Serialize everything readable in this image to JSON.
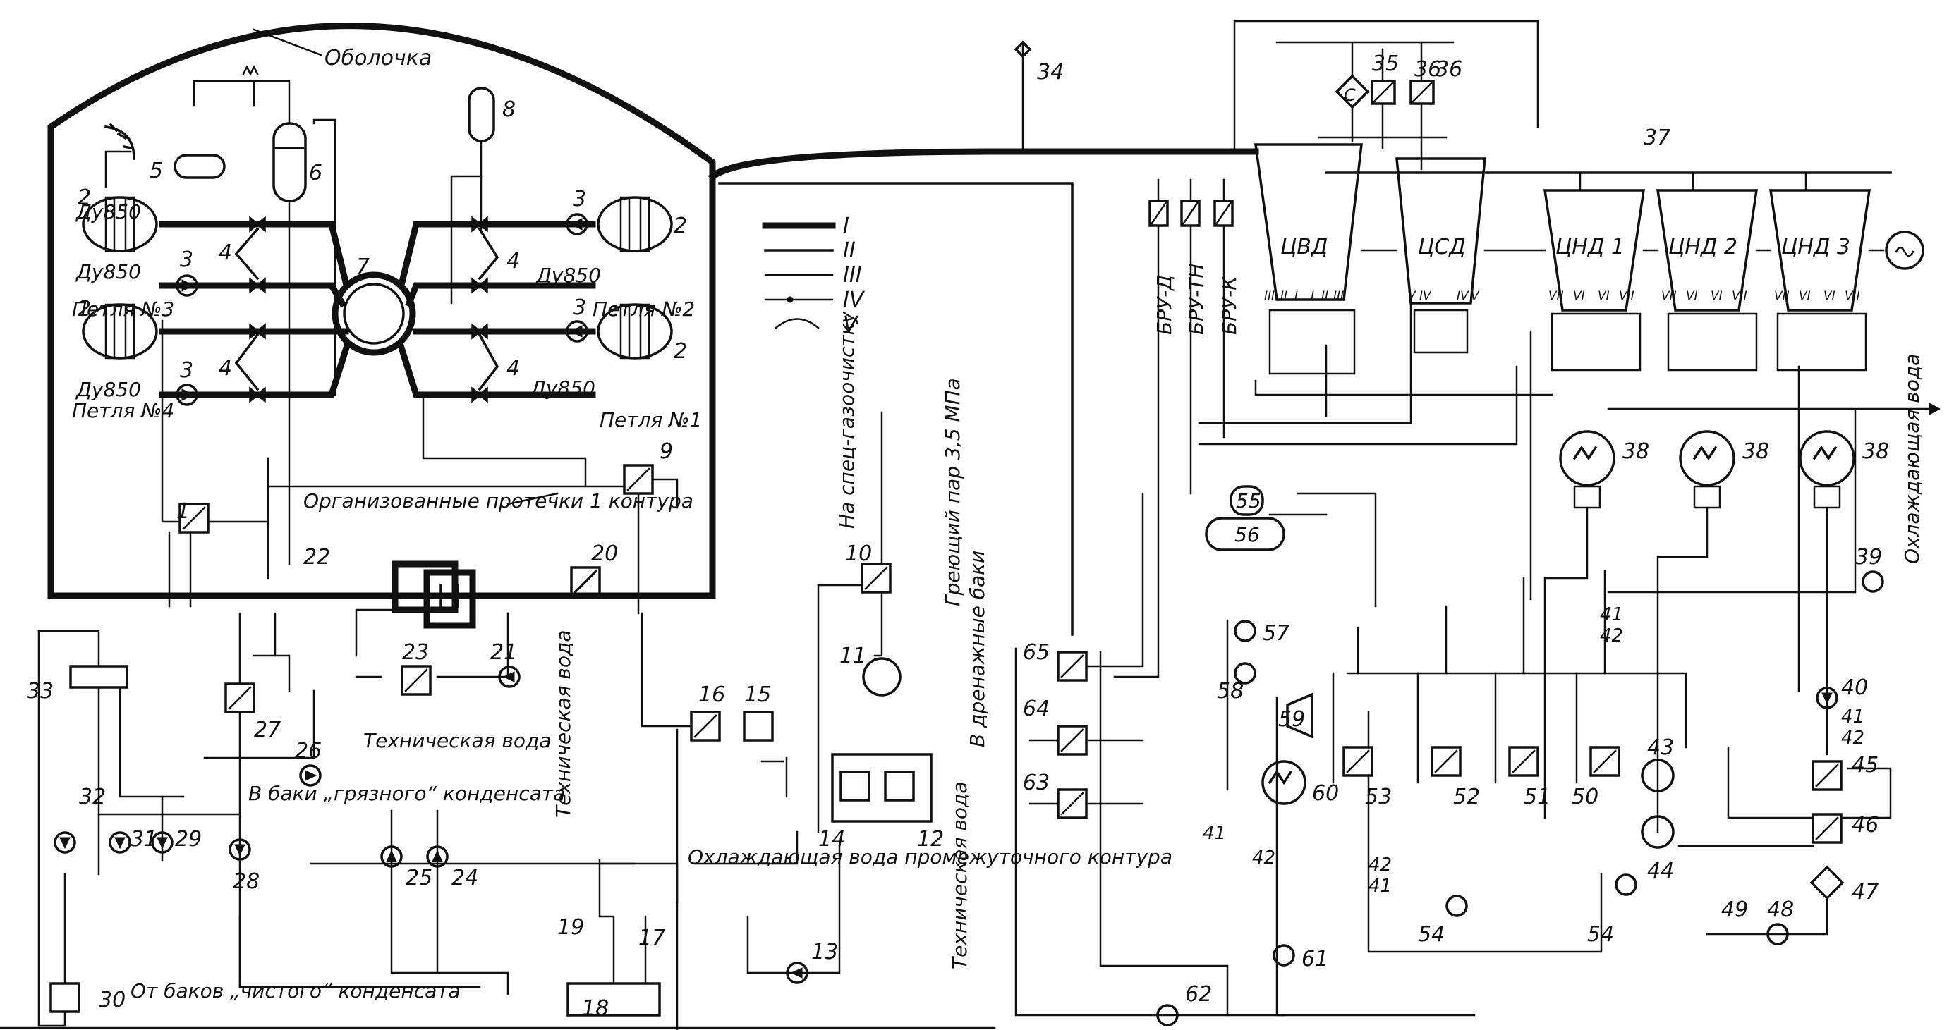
{
  "containment": {
    "label": "Оболочка"
  },
  "legend": {
    "items": [
      "I",
      "II",
      "III",
      "IV",
      "V"
    ]
  },
  "loops": [
    "Петля №3",
    "Петля №4",
    "Петля №2",
    "Петля №1"
  ],
  "pipe_size": "Ду850",
  "numbers": {
    "n1": "1",
    "n2": "2",
    "n3": "3",
    "n4": "4",
    "n5": "5",
    "n6": "6",
    "n7": "7",
    "n8": "8",
    "n9": "9",
    "n10": "10",
    "n11": "11",
    "n12": "12",
    "n13": "13",
    "n14": "14",
    "n15": "15",
    "n16": "16",
    "n17": "17",
    "n18": "18",
    "n19": "19",
    "n20": "20",
    "n21": "21",
    "n22": "22",
    "n23": "23",
    "n24": "24",
    "n25": "25",
    "n26": "26",
    "n27": "27",
    "n28": "28",
    "n29": "29",
    "n30": "30",
    "n31": "31",
    "n32": "32",
    "n33": "33",
    "n34": "34",
    "n35": "35",
    "n36": "36",
    "n37": "37",
    "n38": "38",
    "n39": "39",
    "n40": "40",
    "n41": "41",
    "n42": "42",
    "n43": "43",
    "n44": "44",
    "n45": "45",
    "n46": "46",
    "n47": "47",
    "n48": "48",
    "n49": "49",
    "n50": "50",
    "n51": "51",
    "n52": "52",
    "n53": "53",
    "n54": "54",
    "n55": "55",
    "n56": "56",
    "n57": "57",
    "n58": "58",
    "n59": "59",
    "n60": "60",
    "n61": "61",
    "n62": "62",
    "n63": "63",
    "n64": "64",
    "n65": "65"
  },
  "labels": {
    "organized_leaks": "Организованные протечки 1 контура",
    "technical_water": "Техническая вода",
    "to_dirty_tanks": "В баки „грязного“ конденсата",
    "from_clean_tanks": "От баков „чистого“ конденсата",
    "gas_cleaning": "На спец-газоочистку",
    "heating_steam": "Греющий пар 3,5 МПа",
    "to_drain_tanks": "В дренажные баки",
    "cooling_water_intermediate": "Охлаждающая вода промежуточного контура",
    "cooling_water": "Охлаждающая вода"
  },
  "turbine": {
    "cylinders": [
      "ЦВД",
      "ЦСД",
      "ЦНД 1",
      "ЦНД 2",
      "ЦНД 3"
    ],
    "bypass": [
      "БРУ-Д",
      "БРУ-ТН",
      "БРУ-К"
    ],
    "separator": "С",
    "extractions": {
      "cvd": [
        "III",
        "II",
        "I",
        "I",
        "II",
        "III"
      ],
      "csd": [
        "V",
        "IV",
        "IV",
        "V"
      ],
      "cnd": [
        "VII",
        "VI",
        "VI",
        "VII"
      ]
    }
  },
  "colors": {
    "ink": "#111111",
    "paper": "#ffffff"
  }
}
